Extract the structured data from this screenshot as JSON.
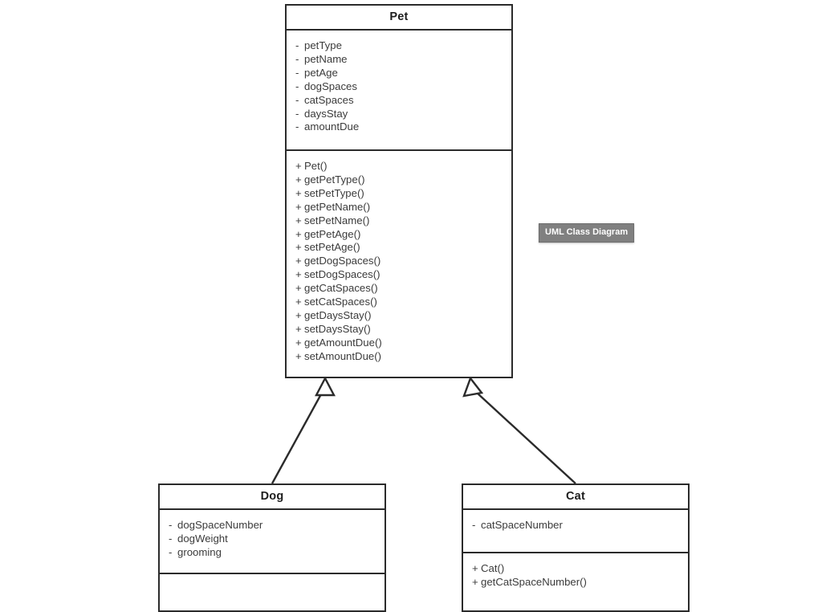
{
  "diagram": {
    "title": "UML Class Diagram",
    "tooltip_label": "UML Class Diagram",
    "background_color": "#ffffff",
    "line_color": "#2b2b2b",
    "text_color": "#3b3b3b",
    "tooltip_color": "#808080",
    "classes": [
      {
        "name": "Pet",
        "attributes": [
          {
            "visibility": "-",
            "label": "petType"
          },
          {
            "visibility": "-",
            "label": "petName"
          },
          {
            "visibility": "-",
            "label": "petAge"
          },
          {
            "visibility": "-",
            "label": "dogSpaces"
          },
          {
            "visibility": "-",
            "label": "catSpaces"
          },
          {
            "visibility": "-",
            "label": "daysStay"
          },
          {
            "visibility": "-",
            "label": "amountDue"
          }
        ],
        "methods": [
          {
            "visibility": "+",
            "label": "Pet()"
          },
          {
            "visibility": "+",
            "label": "getPetType()"
          },
          {
            "visibility": "+",
            "label": "setPetType()"
          },
          {
            "visibility": "+",
            "label": "getPetName()"
          },
          {
            "visibility": "+",
            "label": "setPetName()"
          },
          {
            "visibility": "+",
            "label": "getPetAge()"
          },
          {
            "visibility": "+",
            "label": "setPetAge()"
          },
          {
            "visibility": "+",
            "label": "getDogSpaces()"
          },
          {
            "visibility": "+",
            "label": "setDogSpaces()"
          },
          {
            "visibility": "+",
            "label": "getCatSpaces()"
          },
          {
            "visibility": "+",
            "label": "setCatSpaces()"
          },
          {
            "visibility": "+",
            "label": "getDaysStay()"
          },
          {
            "visibility": "+",
            "label": "setDaysStay()"
          },
          {
            "visibility": "+",
            "label": "getAmountDue()"
          },
          {
            "visibility": "+",
            "label": "setAmountDue()"
          }
        ]
      },
      {
        "name": "Dog",
        "attributes": [
          {
            "visibility": "-",
            "label": "dogSpaceNumber"
          },
          {
            "visibility": "-",
            "label": "dogWeight"
          },
          {
            "visibility": "-",
            "label": "grooming"
          }
        ],
        "methods": []
      },
      {
        "name": "Cat",
        "attributes": [
          {
            "visibility": "-",
            "label": "catSpaceNumber"
          }
        ],
        "methods": [
          {
            "visibility": "+",
            "label": "Cat()"
          },
          {
            "visibility": "+",
            "label": "getCatSpaceNumber()"
          }
        ]
      }
    ],
    "relationships": [
      {
        "type": "generalization",
        "from": "Dog",
        "to": "Pet"
      },
      {
        "type": "generalization",
        "from": "Cat",
        "to": "Pet"
      }
    ]
  }
}
